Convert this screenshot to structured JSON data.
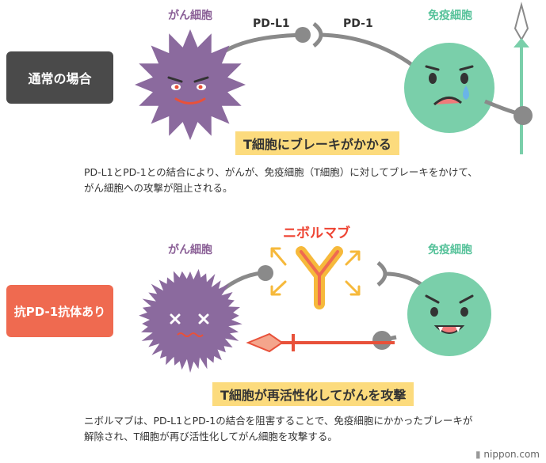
{
  "top": {
    "badge": "通常の場合",
    "cancer_label": "がん細胞",
    "immune_label": "免疫細胞",
    "pdl1_label": "PD-L1",
    "pd1_label": "PD-1",
    "highlight": "T細胞にブレーキがかかる",
    "description_line1": "PD-L1とPD-1との結合により、がんが、免疫細胞（T細胞）に対してブレーキをかけて、",
    "description_line2": "がん細胞への攻撃が阻止される。"
  },
  "bottom": {
    "badge": "抗PD-1抗体あり",
    "cancer_label": "がん細胞",
    "immune_label": "免疫細胞",
    "drug_label": "ニボルマブ",
    "highlight": "T細胞が再活性化してがんを攻撃",
    "description_line1": "ニボルマブは、PD-L1とPD-1の結合を阻害することで、免疫細胞にかかったブレーキが",
    "description_line2": "解除され、T細胞が再び活性化してがん細胞を攻撃する。"
  },
  "brand": "nippon.com",
  "colors": {
    "cancer_cell": "#8b6a9e",
    "immune_cell": "#7acfaa",
    "connector": "#8a8a8a",
    "highlight": "#fcdb7d",
    "antibody": "#f6b93b",
    "spear_red": "#e8513a",
    "badge_dark": "#4a4a4a",
    "badge_red": "#ef6a50"
  }
}
